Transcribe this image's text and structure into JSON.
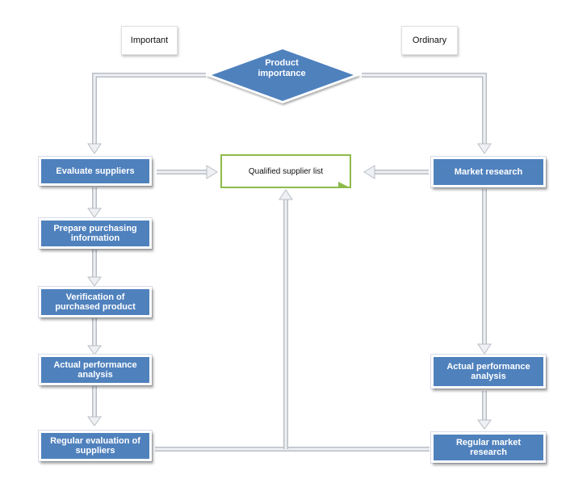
{
  "notes": {
    "left": "Important",
    "right": "Ordinary"
  },
  "decision": {
    "label_line1": "Product",
    "label_line2": "importance"
  },
  "target": {
    "label": "Qualified supplier list"
  },
  "left_column": [
    {
      "label": "Evaluate suppliers"
    },
    {
      "label": "Prepare purchasing information"
    },
    {
      "label": "Verification of purchased product"
    },
    {
      "label": "Actual performance analysis"
    },
    {
      "label": "Regular evaluation of suppliers"
    }
  ],
  "right_column": [
    {
      "label": "Market research"
    },
    {
      "label": "Actual performance analysis"
    },
    {
      "label": "Regular market research"
    }
  ],
  "colors": {
    "box_fill": "#4f81bd",
    "target_border": "#8dbb4a",
    "connector": "#d9dde3"
  }
}
